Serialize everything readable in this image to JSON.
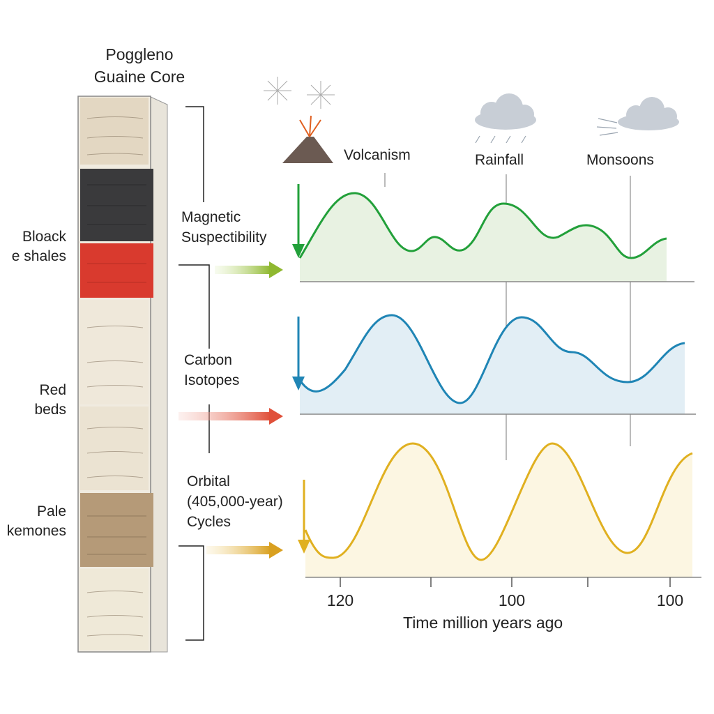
{
  "core": {
    "title_line1": "Poggleno",
    "title_line2": "Guaine Core",
    "layers": [
      {
        "name": "Bloack",
        "name2": "e shales",
        "color": "#3a3a3c"
      },
      {
        "name": "Red",
        "name2": "beds",
        "color": "#d93a2e"
      },
      {
        "name": "Pale",
        "name2": "kemones",
        "color": "#b59a78"
      }
    ]
  },
  "proxies": [
    {
      "line1": "Magnetic",
      "line2": "Suspectibility",
      "line3": "",
      "color": "#22a03a",
      "arrow_color": "#8fb830"
    },
    {
      "line1": "Carbon",
      "line2": "Isotopes",
      "line3": "",
      "color": "#1f85b5",
      "arrow_color": "#e0503a"
    },
    {
      "line1": "Orbital",
      "line2": "(405,000-year)",
      "line3": "Cycles",
      "color": "#e0b020",
      "arrow_color": "#d9a020"
    }
  ],
  "events": {
    "volcanism": "Volcanism",
    "rainfall": "Rainfall",
    "monsoons": "Monsoons"
  },
  "x_axis": {
    "ticks": [
      "120",
      "100",
      "100"
    ],
    "title": "Time million years ago"
  }
}
